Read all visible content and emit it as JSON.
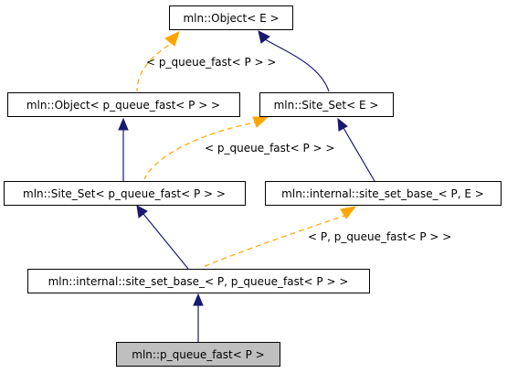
{
  "colors": {
    "inheritance_edge": "#191970",
    "template_edge": "#ffa500",
    "highlight_node_fill": "#bfbfbf"
  },
  "nodes": {
    "object_e": "mln::Object< E >",
    "object_pqf": "mln::Object< p_queue_fast< P > >",
    "site_set_e": "mln::Site_Set< E >",
    "site_set_pqf": "mln::Site_Set< p_queue_fast< P > >",
    "site_set_base_pe": "mln::internal::site_set_base_< P, E >",
    "site_set_base_ppqf": "mln::internal::site_set_base_< P, p_queue_fast< P > >",
    "p_queue_fast": "mln::p_queue_fast< P >"
  },
  "edge_labels": {
    "object_template": "< p_queue_fast< P > >",
    "site_set_template": "< p_queue_fast< P > >",
    "site_set_base_template": "< P, p_queue_fast< P > >"
  }
}
